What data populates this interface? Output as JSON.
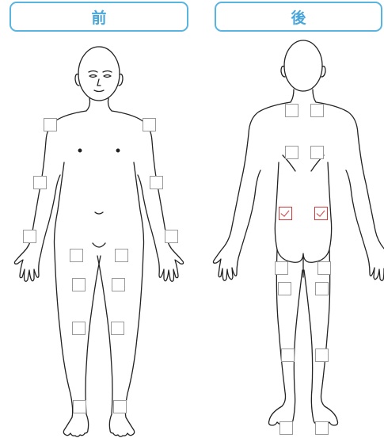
{
  "header": {
    "front_label": "前",
    "back_label": "後"
  },
  "colors": {
    "accent": "#4aa6d8",
    "checked": "#d23a3a",
    "box_border": "#9a9a9a"
  },
  "sites": [
    {
      "id": "front-left-shoulder",
      "checked": false
    },
    {
      "id": "front-right-shoulder",
      "checked": false
    },
    {
      "id": "front-left-upper-arm",
      "checked": false
    },
    {
      "id": "front-right-upper-arm",
      "checked": false
    },
    {
      "id": "front-left-forearm",
      "checked": false
    },
    {
      "id": "front-right-forearm",
      "checked": false
    },
    {
      "id": "front-left-thigh-upper",
      "checked": false
    },
    {
      "id": "front-right-thigh-upper",
      "checked": false
    },
    {
      "id": "front-left-thigh-mid",
      "checked": false
    },
    {
      "id": "front-right-thigh-mid",
      "checked": false
    },
    {
      "id": "front-left-knee",
      "checked": false
    },
    {
      "id": "front-right-knee",
      "checked": false
    },
    {
      "id": "front-left-foot",
      "checked": false
    },
    {
      "id": "front-right-foot",
      "checked": false
    },
    {
      "id": "back-left-upper-back",
      "checked": false
    },
    {
      "id": "back-right-upper-back",
      "checked": false
    },
    {
      "id": "back-left-mid-back",
      "checked": false
    },
    {
      "id": "back-right-mid-back",
      "checked": false
    },
    {
      "id": "back-left-lower-back",
      "checked": true
    },
    {
      "id": "back-right-lower-back",
      "checked": true
    },
    {
      "id": "back-left-thigh-upper",
      "checked": false
    },
    {
      "id": "back-right-thigh-upper",
      "checked": false
    },
    {
      "id": "back-left-thigh-mid",
      "checked": false
    },
    {
      "id": "back-right-thigh-mid",
      "checked": false
    },
    {
      "id": "back-left-calf",
      "checked": false
    },
    {
      "id": "back-right-calf",
      "checked": false
    },
    {
      "id": "back-left-heel",
      "checked": false
    },
    {
      "id": "back-right-heel",
      "checked": false
    }
  ]
}
